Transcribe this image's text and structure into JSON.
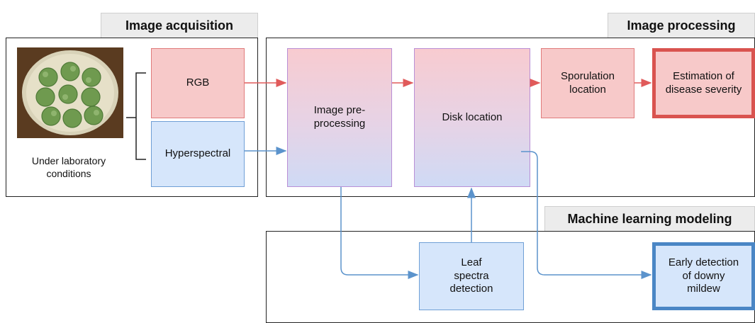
{
  "panels": {
    "acquisition_title": "Image acquisition",
    "processing_title": "Image processing",
    "ml_title": "Machine learning modeling"
  },
  "acquisition": {
    "caption": "Under laboratory conditions",
    "rgb": "RGB",
    "hyperspectral": "Hyperspectral"
  },
  "processing": {
    "preprocessing": "Image pre-processing",
    "disk_location": "Disk location",
    "sporulation_location": "Sporulation location",
    "estimation": "Estimation of disease severity"
  },
  "ml": {
    "leaf_spectra": "Leaf spectra detection",
    "early_detection": "Early detection of downy mildew"
  },
  "colors": {
    "rgb_path": "#e05a5a",
    "hyperspectral_path": "#5b93cc"
  }
}
